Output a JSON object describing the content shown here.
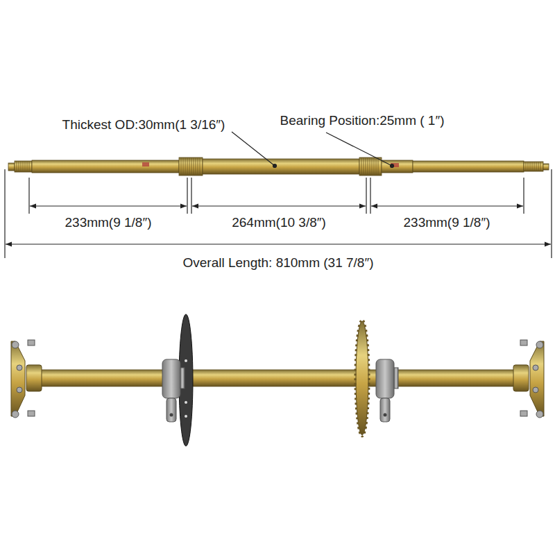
{
  "diagram": {
    "labels": [
      "Thickest OD:30mm(1 3/16″)",
      "Bearing Position:25mm ( 1″)",
      "233mm(9 1/8″)",
      "264mm(10 3/8″)",
      "233mm(9 1/8″)",
      "Overall Length: 810mm (31 7/8″)"
    ]
  }
}
